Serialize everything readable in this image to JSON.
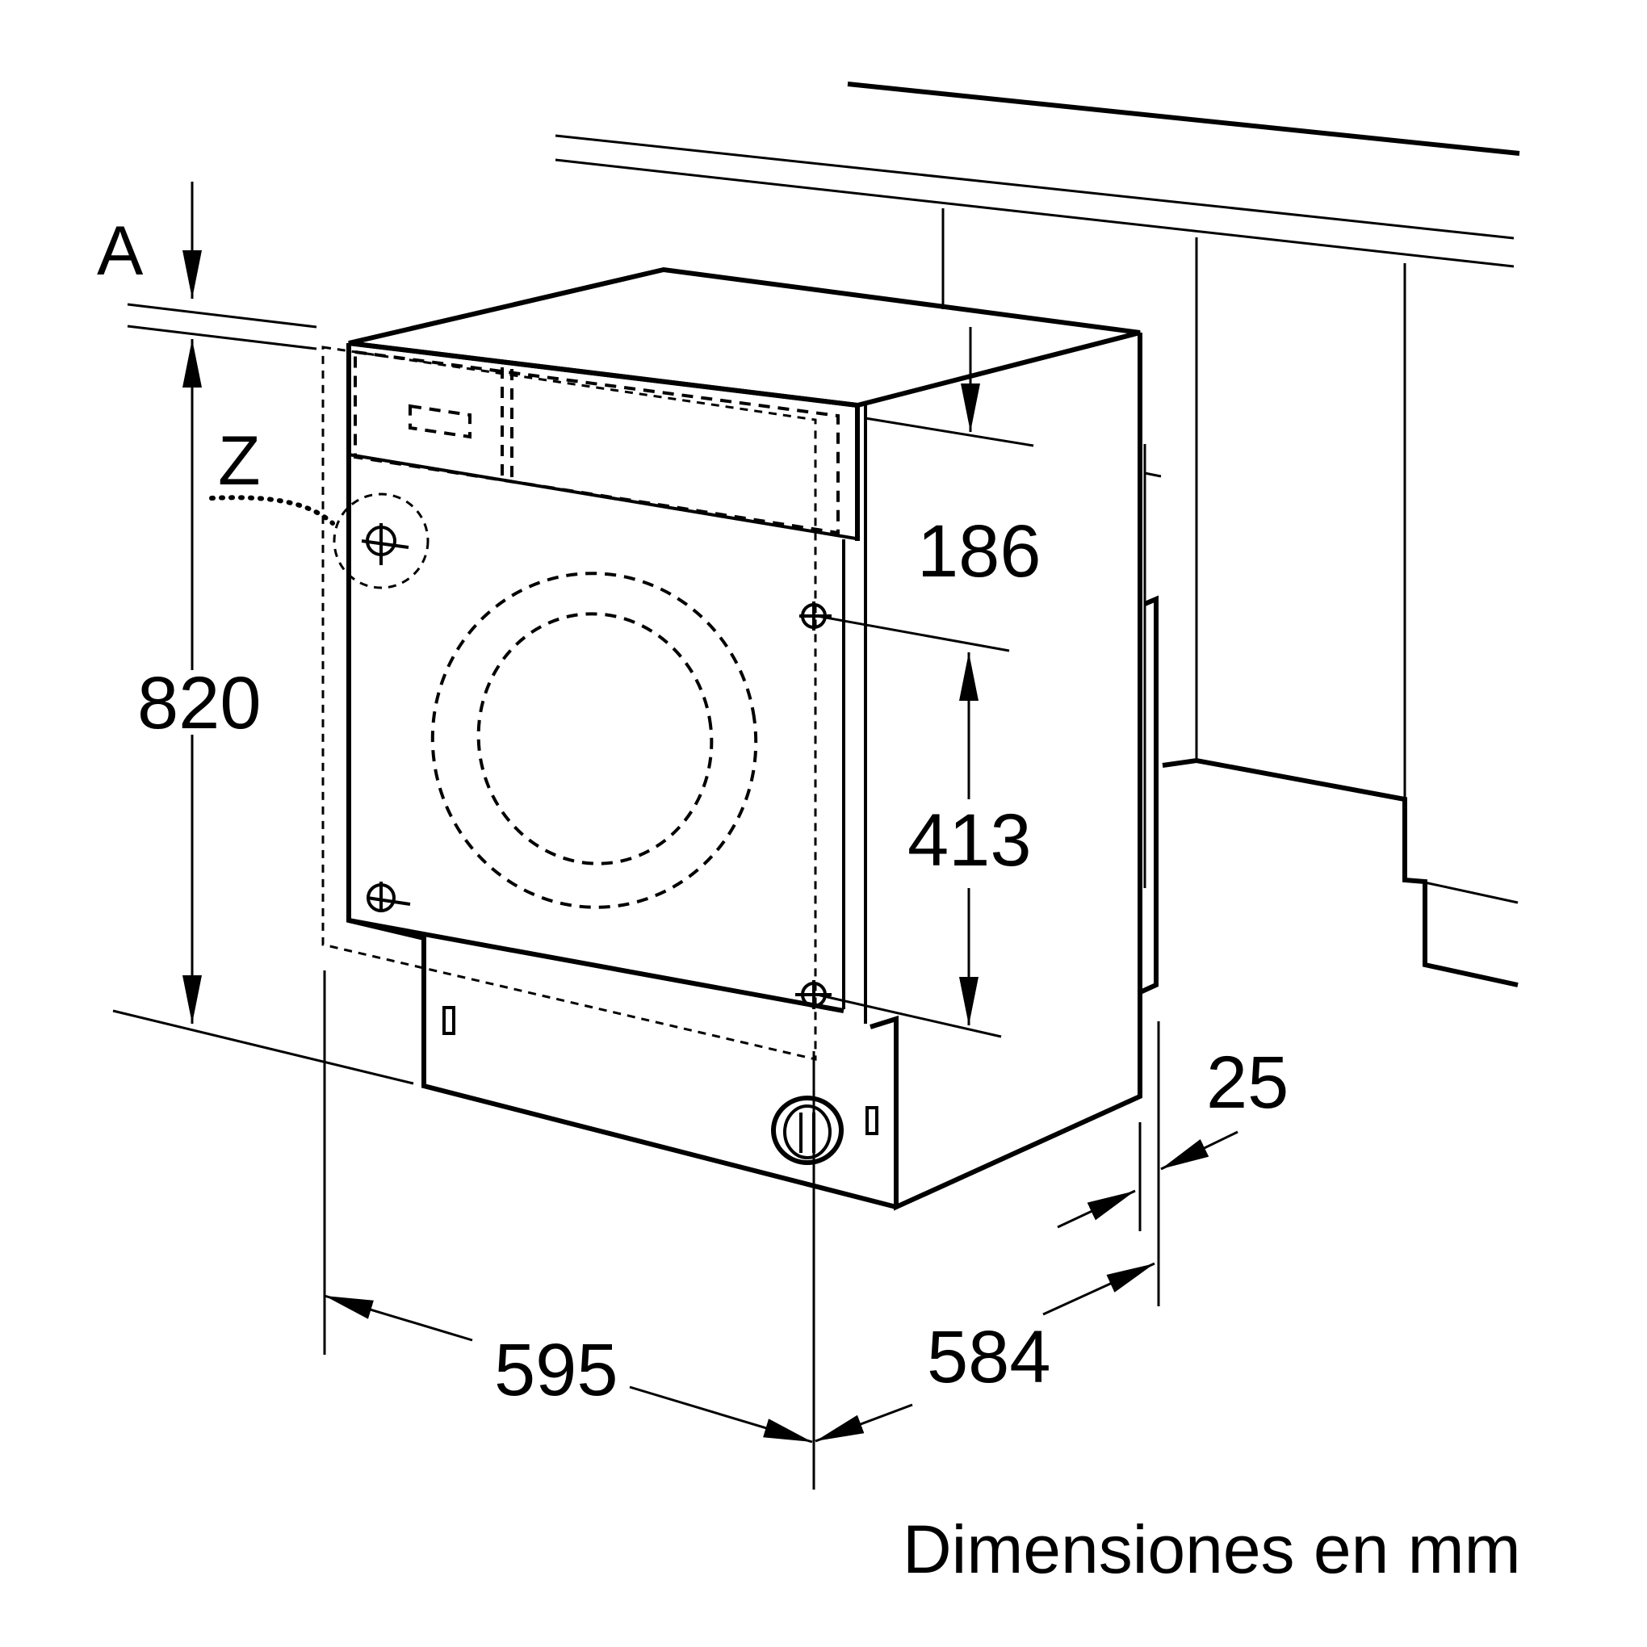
{
  "diagram": {
    "labels": {
      "a": "A",
      "z": "Z"
    },
    "dimensions": {
      "height_total": "820",
      "height_top": "186",
      "hinge_spacing": "413",
      "width": "595",
      "depth": "584",
      "offset": "25"
    },
    "caption": "Dimensiones en mm"
  }
}
